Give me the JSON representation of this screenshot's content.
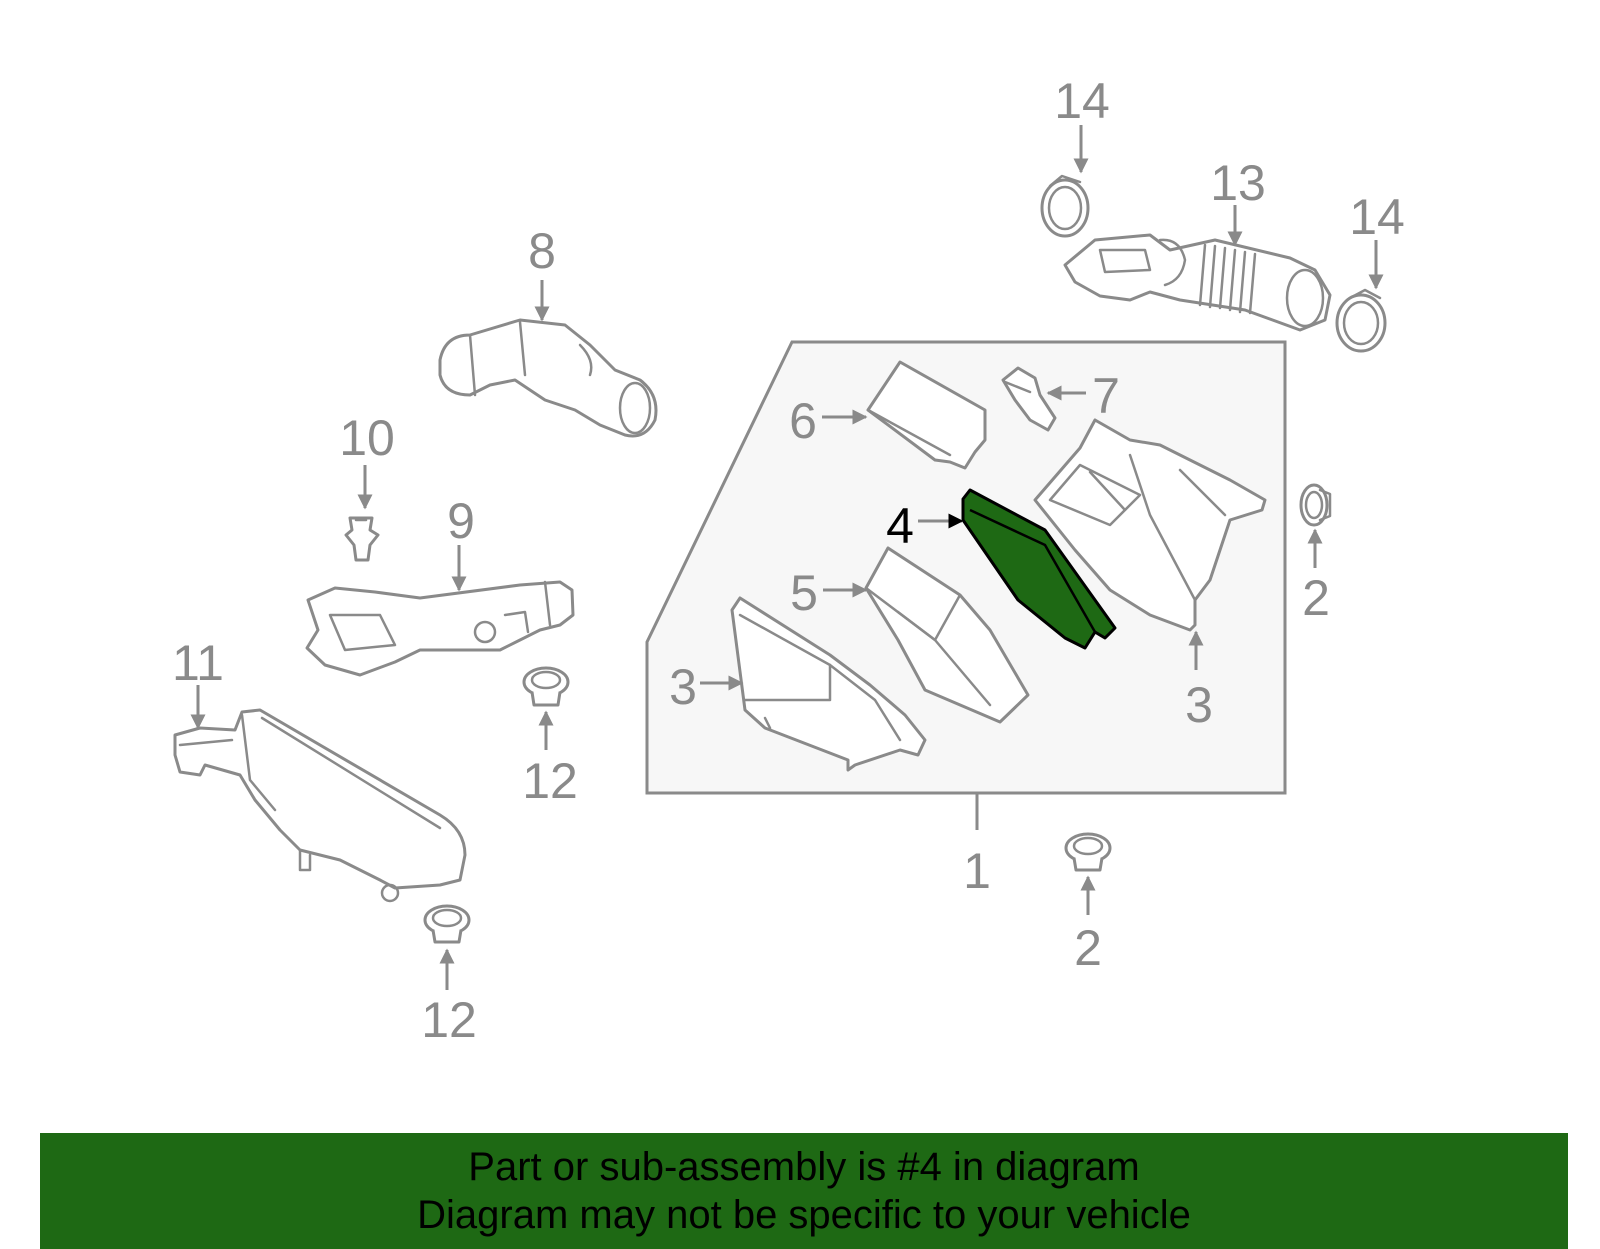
{
  "banner": {
    "line1": "Part or sub-assembly is #4 in diagram",
    "line2": "Diagram may not be specific to your vehicle"
  },
  "colors": {
    "highlight": "#1e6914",
    "line": "#8a8a8a",
    "assembly_box": "#f7f7f7"
  },
  "callouts": {
    "c1": "1",
    "c2a": "2",
    "c2b": "2",
    "c3a": "3",
    "c3b": "3",
    "c4": "4",
    "c5": "5",
    "c6": "6",
    "c7": "7",
    "c8": "8",
    "c9": "9",
    "c10": "10",
    "c11": "11",
    "c12a": "12",
    "c12b": "12",
    "c13": "13",
    "c14a": "14",
    "c14b": "14"
  },
  "highlighted_part": "4"
}
